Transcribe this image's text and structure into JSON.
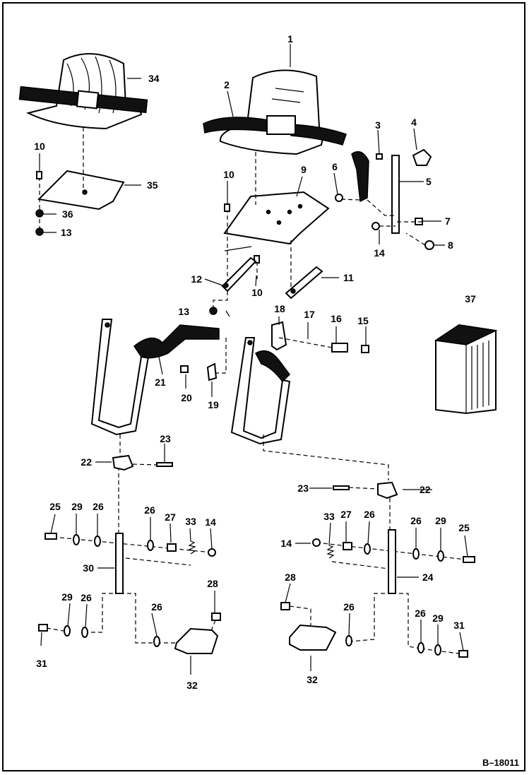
{
  "figure_ref": "B–18011",
  "callouts": [
    {
      "id": "c1",
      "text": "1"
    },
    {
      "id": "c2",
      "text": "2"
    },
    {
      "id": "c3",
      "text": "3"
    },
    {
      "id": "c4",
      "text": "4"
    },
    {
      "id": "c5",
      "text": "5"
    },
    {
      "id": "c6",
      "text": "6"
    },
    {
      "id": "c7",
      "text": "7"
    },
    {
      "id": "c8",
      "text": "8"
    },
    {
      "id": "c9",
      "text": "9"
    },
    {
      "id": "c10a",
      "text": "10"
    },
    {
      "id": "c10b",
      "text": "10"
    },
    {
      "id": "c10c",
      "text": "10"
    },
    {
      "id": "c11",
      "text": "11"
    },
    {
      "id": "c12",
      "text": "12"
    },
    {
      "id": "c13a",
      "text": "13"
    },
    {
      "id": "c13b",
      "text": "13"
    },
    {
      "id": "c14a",
      "text": "14"
    },
    {
      "id": "c14b",
      "text": "14"
    },
    {
      "id": "c14c",
      "text": "14"
    },
    {
      "id": "c15",
      "text": "15"
    },
    {
      "id": "c16",
      "text": "16"
    },
    {
      "id": "c17",
      "text": "17"
    },
    {
      "id": "c18",
      "text": "18"
    },
    {
      "id": "c19",
      "text": "19"
    },
    {
      "id": "c20",
      "text": "20"
    },
    {
      "id": "c21",
      "text": "21"
    },
    {
      "id": "c22a",
      "text": "22"
    },
    {
      "id": "c22b",
      "text": "22"
    },
    {
      "id": "c23a",
      "text": "23"
    },
    {
      "id": "c23b",
      "text": "23"
    },
    {
      "id": "c24",
      "text": "24"
    },
    {
      "id": "c25a",
      "text": "25"
    },
    {
      "id": "c25b",
      "text": "25"
    },
    {
      "id": "c26a",
      "text": "26"
    },
    {
      "id": "c26b",
      "text": "26"
    },
    {
      "id": "c26c",
      "text": "26"
    },
    {
      "id": "c26d",
      "text": "26"
    },
    {
      "id": "c26e",
      "text": "26"
    },
    {
      "id": "c26f",
      "text": "26"
    },
    {
      "id": "c26g",
      "text": "26"
    },
    {
      "id": "c26h",
      "text": "26"
    },
    {
      "id": "c27a",
      "text": "27"
    },
    {
      "id": "c27b",
      "text": "27"
    },
    {
      "id": "c28a",
      "text": "28"
    },
    {
      "id": "c28b",
      "text": "28"
    },
    {
      "id": "c29a",
      "text": "29"
    },
    {
      "id": "c29b",
      "text": "29"
    },
    {
      "id": "c29c",
      "text": "29"
    },
    {
      "id": "c29d",
      "text": "29"
    },
    {
      "id": "c30",
      "text": "30"
    },
    {
      "id": "c31a",
      "text": "31"
    },
    {
      "id": "c31b",
      "text": "31"
    },
    {
      "id": "c32a",
      "text": "32"
    },
    {
      "id": "c32b",
      "text": "32"
    },
    {
      "id": "c33a",
      "text": "33"
    },
    {
      "id": "c33b",
      "text": "33"
    },
    {
      "id": "c34",
      "text": "34"
    },
    {
      "id": "c35",
      "text": "35"
    },
    {
      "id": "c36",
      "text": "36"
    },
    {
      "id": "c37",
      "text": "37"
    }
  ]
}
